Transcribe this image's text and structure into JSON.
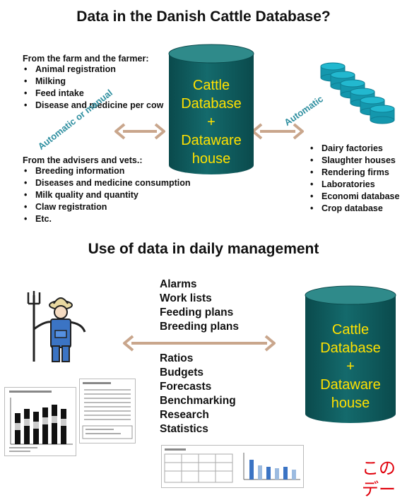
{
  "top": {
    "title": "Data in the Danish Cattle Database?",
    "farm_heading": "From the farm and the farmer:",
    "farm_items": [
      "Animal registration",
      "Milking",
      "Feed intake",
      "Disease and medicine per cow"
    ],
    "advisers_heading": "From the advisers and vets.:",
    "advisers_items": [
      "Breeding information",
      "Diseases and medicine consumption",
      "Milk quality and quantity",
      "Claw registration",
      "Etc."
    ],
    "left_arrow_label": "Automatic or manual",
    "right_arrow_label": "Automatic",
    "database_lines": [
      "Cattle",
      "Database",
      "+",
      "Dataware",
      "house"
    ],
    "external_items": [
      "Dairy factories",
      "Slaughter houses",
      "Rendering firms",
      "Laboratories",
      "Economi database",
      "Crop database"
    ]
  },
  "bottom": {
    "title": "Use of data in daily management",
    "list_top": [
      "Alarms",
      "Work lists",
      "Feeding plans",
      "Breeding plans"
    ],
    "list_bottom": [
      "Ratios",
      "Budgets",
      "Forecasts",
      "Benchmarking",
      "Research",
      "Statistics"
    ],
    "database_lines": [
      "Cattle",
      "Database",
      "+",
      "Dataware",
      "house"
    ],
    "overlay_text": "この\nデー"
  },
  "colors": {
    "cylinder_top": "#2f8a8a",
    "cylinder_body": "#0e5a5c",
    "arrow": "#c9a68c",
    "label_teal": "#2f8fa0",
    "database_text": "#ffe100",
    "disk_stack": "#22b8cf",
    "overlay_red": "#e0000b"
  },
  "icons": {
    "farmer": "farmer-with-pitchfork-icon",
    "disk_stack": "disk-stack-icon"
  }
}
